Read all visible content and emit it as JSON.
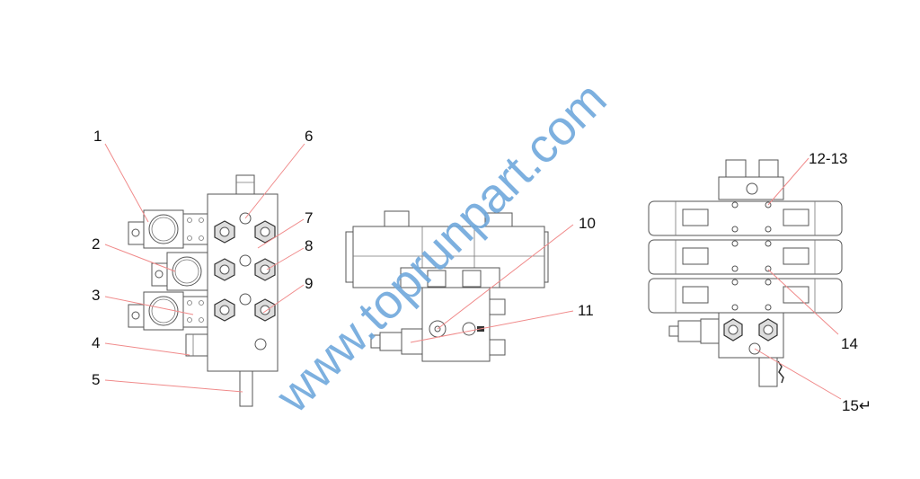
{
  "diagram": {
    "watermark": "www.toprunpart.com",
    "callouts": {
      "c1": "1",
      "c2": "2",
      "c3": "3",
      "c4": "4",
      "c5": "5",
      "c6": "6",
      "c7": "7",
      "c8": "8",
      "c9": "9",
      "c10": "10",
      "c11": "11",
      "c12": "12-13",
      "c14": "14",
      "c15": "15↵"
    },
    "colors": {
      "leader": "#f08a8a",
      "watermark": "#6fa8dc",
      "line": "#555555"
    }
  }
}
